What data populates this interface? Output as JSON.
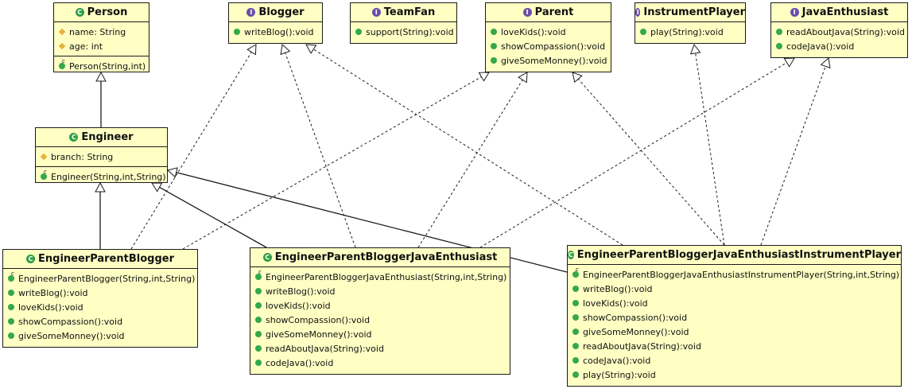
{
  "classes": {
    "person": {
      "name": "Person",
      "kind": "C",
      "fields": [
        {
          "vis": "prot",
          "text": "name: String"
        },
        {
          "vis": "prot",
          "text": "age: int"
        }
      ],
      "methods": [
        {
          "vis": "ctor",
          "text": "Person(String,int)"
        }
      ]
    },
    "blogger": {
      "name": "Blogger",
      "kind": "I",
      "fields": [],
      "methods": [
        {
          "vis": "pub",
          "text": "writeBlog():void"
        }
      ]
    },
    "teamfan": {
      "name": "TeamFan",
      "kind": "I",
      "fields": [],
      "methods": [
        {
          "vis": "pub",
          "text": "support(String):void"
        }
      ]
    },
    "parent": {
      "name": "Parent",
      "kind": "I",
      "fields": [],
      "methods": [
        {
          "vis": "pub",
          "text": "loveKids():void"
        },
        {
          "vis": "pub",
          "text": "showCompassion():void"
        },
        {
          "vis": "pub",
          "text": "giveSomeMonney():void"
        }
      ]
    },
    "instrument": {
      "name": "InstrumentPlayer",
      "kind": "I",
      "fields": [],
      "methods": [
        {
          "vis": "pub",
          "text": "play(String):void"
        }
      ]
    },
    "javaenth": {
      "name": "JavaEnthusiast",
      "kind": "I",
      "fields": [],
      "methods": [
        {
          "vis": "pub",
          "text": "readAboutJava(String):void"
        },
        {
          "vis": "pub",
          "text": "codeJava():void"
        }
      ]
    },
    "engineer": {
      "name": "Engineer",
      "kind": "C",
      "fields": [
        {
          "vis": "prot",
          "text": "branch: String"
        }
      ],
      "methods": [
        {
          "vis": "ctor",
          "text": "Engineer(String,int,String)"
        }
      ]
    },
    "epb": {
      "name": "EngineerParentBlogger",
      "kind": "C",
      "fields": [],
      "methods": [
        {
          "vis": "ctor",
          "text": "EngineerParentBlogger(String,int,String)"
        },
        {
          "vis": "pub",
          "text": "writeBlog():void"
        },
        {
          "vis": "pub",
          "text": "loveKids():void"
        },
        {
          "vis": "pub",
          "text": "showCompassion():void"
        },
        {
          "vis": "pub",
          "text": "giveSomeMonney():void"
        }
      ]
    },
    "epbj": {
      "name": "EngineerParentBloggerJavaEnthusiast",
      "kind": "C",
      "fields": [],
      "methods": [
        {
          "vis": "ctor",
          "text": "EngineerParentBloggerJavaEnthusiast(String,int,String)"
        },
        {
          "vis": "pub",
          "text": "writeBlog():void"
        },
        {
          "vis": "pub",
          "text": "loveKids():void"
        },
        {
          "vis": "pub",
          "text": "showCompassion():void"
        },
        {
          "vis": "pub",
          "text": "giveSomeMonney():void"
        },
        {
          "vis": "pub",
          "text": "readAboutJava(String):void"
        },
        {
          "vis": "pub",
          "text": "codeJava():void"
        }
      ]
    },
    "epbji": {
      "name": "EngineerParentBloggerJavaEnthusiastInstrumentPlayer",
      "kind": "C",
      "fields": [],
      "methods": [
        {
          "vis": "ctor",
          "text": "EngineerParentBloggerJavaEnthusiastInstrumentPlayer(String,int,String)"
        },
        {
          "vis": "pub",
          "text": "writeBlog():void"
        },
        {
          "vis": "pub",
          "text": "loveKids():void"
        },
        {
          "vis": "pub",
          "text": "showCompassion():void"
        },
        {
          "vis": "pub",
          "text": "giveSomeMonney():void"
        },
        {
          "vis": "pub",
          "text": "readAboutJava(String):void"
        },
        {
          "vis": "pub",
          "text": "codeJava():void"
        },
        {
          "vis": "pub",
          "text": "play(String):void"
        }
      ]
    }
  },
  "relations": [
    {
      "from": "engineer",
      "to": "person",
      "type": "extends"
    },
    {
      "from": "epb",
      "to": "engineer",
      "type": "extends"
    },
    {
      "from": "epbj",
      "to": "engineer",
      "type": "extends"
    },
    {
      "from": "epbji",
      "to": "engineer",
      "type": "extends"
    },
    {
      "from": "epb",
      "to": "blogger",
      "type": "implements"
    },
    {
      "from": "epb",
      "to": "parent",
      "type": "implements"
    },
    {
      "from": "epbj",
      "to": "blogger",
      "type": "implements"
    },
    {
      "from": "epbj",
      "to": "parent",
      "type": "implements"
    },
    {
      "from": "epbj",
      "to": "javaenth",
      "type": "implements"
    },
    {
      "from": "epbji",
      "to": "blogger",
      "type": "implements"
    },
    {
      "from": "epbji",
      "to": "parent",
      "type": "implements"
    },
    {
      "from": "epbji",
      "to": "instrument",
      "type": "implements"
    },
    {
      "from": "epbji",
      "to": "javaenth",
      "type": "implements"
    }
  ],
  "colors": {
    "box_fill": "#ffffc4",
    "border": "#1b1b1b",
    "class_icon": "#2e9f46",
    "interface_icon": "#6a4fa6",
    "public": "#34a84c",
    "protected": "#e8b23a"
  }
}
